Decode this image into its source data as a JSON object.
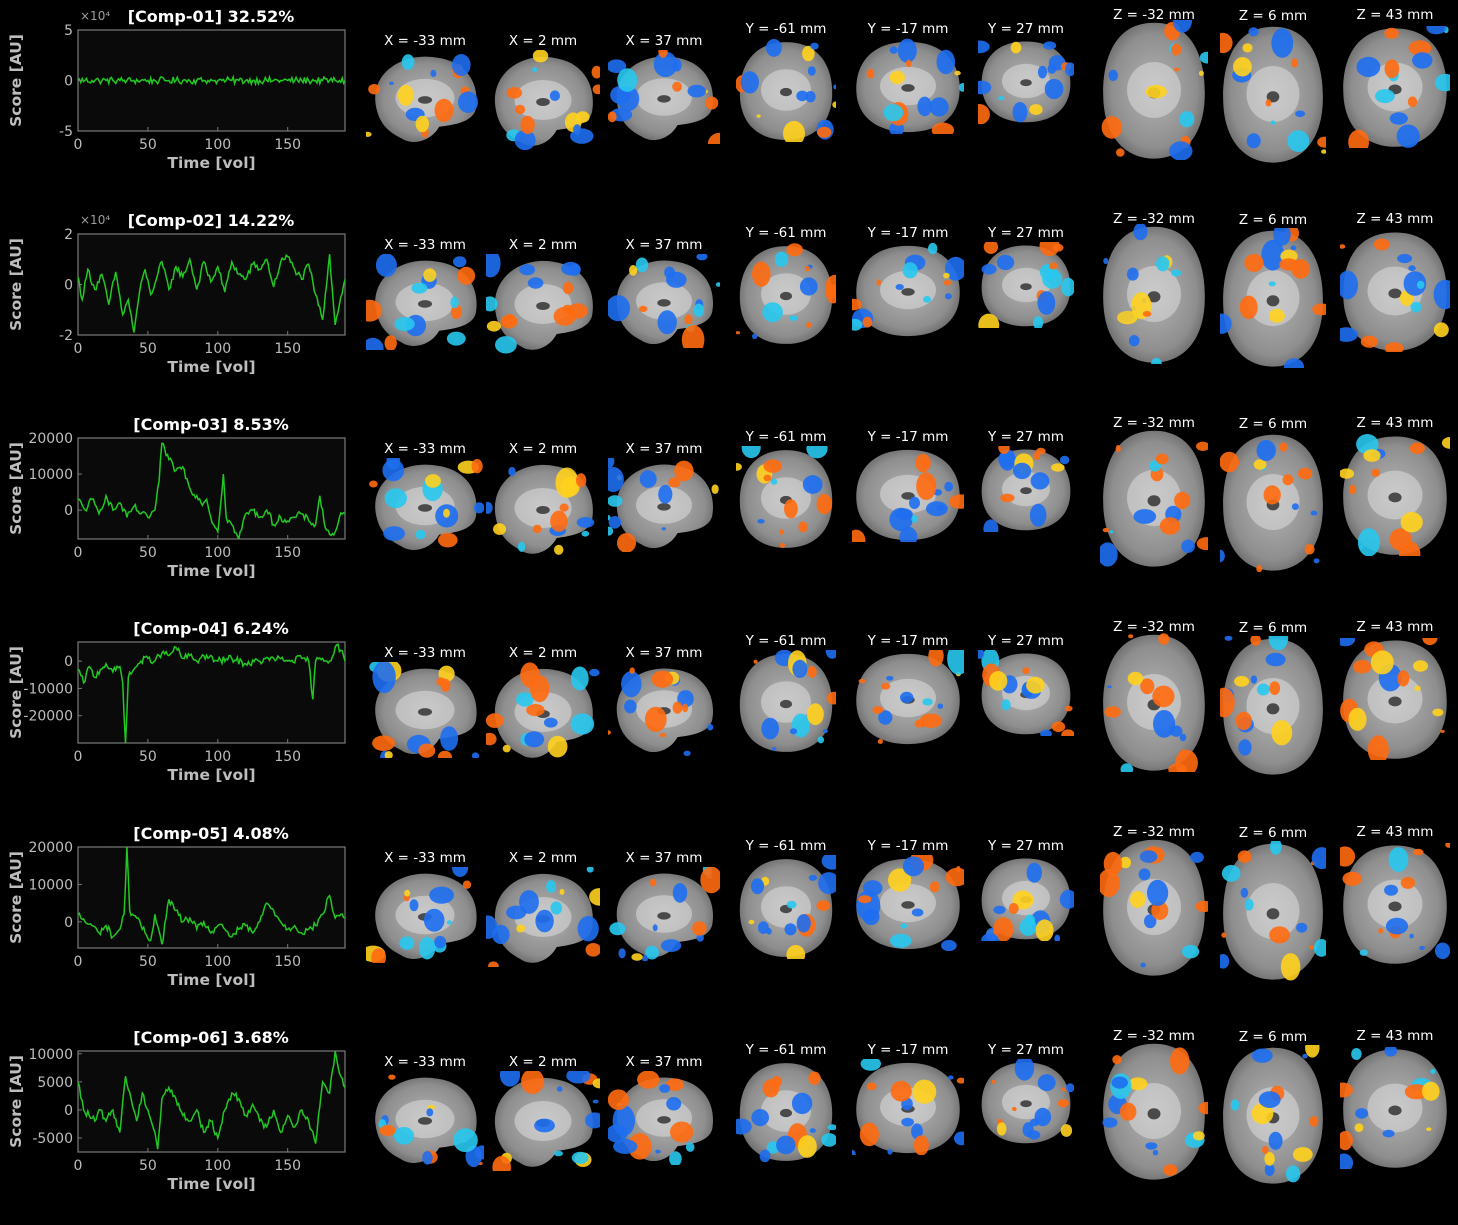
{
  "slice_labels": [
    "X = -33 mm",
    "X = 2 mm",
    "X = 37 mm",
    "Y = -61 mm",
    "Y = -17 mm",
    "Y = 27 mm",
    "Z = -32 mm",
    "Z = 6 mm",
    "Z = 43 mm"
  ],
  "slice_views": [
    "sagittal",
    "sagittal",
    "sagittal",
    "coronal",
    "coronal",
    "coronal",
    "axial",
    "axial",
    "axial"
  ],
  "colors": {
    "trace": "#22c822",
    "axes_bg": "#0a0a0a",
    "axes_edge": "#7a7a7a",
    "positive": "#ff6a10",
    "negative": "#1e6ef0"
  },
  "chart_data": [
    {
      "type": "line",
      "title": "[Comp-01] 32.52%",
      "xlabel": "Time [vol]",
      "ylabel": "Score [AU]",
      "multiplier": "×10⁴",
      "scale": 10000,
      "xlim": [
        0,
        191
      ],
      "ylim": [
        -50000,
        50000
      ],
      "xticks": [
        0,
        50,
        100,
        150
      ],
      "yticks": [
        -50000,
        0,
        50000
      ],
      "yticklabels": [
        "-5",
        "0",
        "5"
      ],
      "knots": [
        [
          0,
          2
        ],
        [
          5,
          3
        ],
        [
          10,
          5
        ],
        [
          15,
          1
        ],
        [
          20,
          6
        ],
        [
          25,
          3
        ],
        [
          30,
          8
        ],
        [
          35,
          5
        ],
        [
          40,
          12
        ],
        [
          45,
          6
        ],
        [
          50,
          3
        ],
        [
          55,
          -2
        ],
        [
          58,
          -8
        ],
        [
          62,
          -35
        ],
        [
          65,
          -6
        ],
        [
          70,
          0
        ],
        [
          75,
          5
        ],
        [
          80,
          3
        ],
        [
          85,
          2
        ],
        [
          90,
          8
        ],
        [
          93,
          12
        ],
        [
          96,
          20
        ],
        [
          98,
          6
        ],
        [
          100,
          -4
        ],
        [
          103,
          -12
        ],
        [
          106,
          -8
        ],
        [
          110,
          -4
        ],
        [
          115,
          -10
        ],
        [
          120,
          -6
        ],
        [
          125,
          2
        ],
        [
          130,
          6
        ],
        [
          135,
          14
        ],
        [
          140,
          -10
        ],
        [
          145,
          2
        ],
        [
          150,
          0
        ],
        [
          155,
          8
        ],
        [
          160,
          2
        ],
        [
          165,
          -2
        ],
        [
          170,
          6
        ],
        [
          175,
          -2
        ],
        [
          180,
          10
        ],
        [
          184,
          36
        ],
        [
          187,
          8
        ],
        [
          191,
          5
        ]
      ]
    },
    {
      "type": "line",
      "title": "[Comp-02] 14.22%",
      "xlabel": "Time [vol]",
      "ylabel": "Score [AU]",
      "multiplier": "×10⁴",
      "scale": 10000,
      "xlim": [
        0,
        191
      ],
      "ylim": [
        -20000,
        20000
      ],
      "xticks": [
        0,
        50,
        100,
        150
      ],
      "yticks": [
        -20000,
        0,
        20000
      ],
      "yticklabels": [
        "-2",
        "0",
        "2"
      ],
      "knots": [
        [
          0,
          3000
        ],
        [
          3,
          -6000
        ],
        [
          7,
          6000
        ],
        [
          12,
          -2000
        ],
        [
          17,
          4000
        ],
        [
          22,
          -8000
        ],
        [
          27,
          5000
        ],
        [
          32,
          -12000
        ],
        [
          36,
          -6000
        ],
        [
          40,
          -19000
        ],
        [
          44,
          -3000
        ],
        [
          48,
          6000
        ],
        [
          52,
          -4000
        ],
        [
          56,
          2000
        ],
        [
          60,
          9000
        ],
        [
          65,
          -2000
        ],
        [
          70,
          7000
        ],
        [
          75,
          3000
        ],
        [
          80,
          10000
        ],
        [
          85,
          -2000
        ],
        [
          90,
          9000
        ],
        [
          95,
          1000
        ],
        [
          100,
          7000
        ],
        [
          105,
          -3000
        ],
        [
          110,
          9000
        ],
        [
          115,
          4000
        ],
        [
          120,
          2000
        ],
        [
          125,
          8000
        ],
        [
          130,
          6000
        ],
        [
          135,
          10000
        ],
        [
          140,
          -1000
        ],
        [
          145,
          9000
        ],
        [
          150,
          11000
        ],
        [
          155,
          6000
        ],
        [
          160,
          2000
        ],
        [
          165,
          8000
        ],
        [
          170,
          -4000
        ],
        [
          175,
          -14000
        ],
        [
          180,
          12000
        ],
        [
          184,
          -16000
        ],
        [
          188,
          -5000
        ],
        [
          191,
          2000
        ]
      ]
    },
    {
      "type": "line",
      "title": "[Comp-03] 8.53%",
      "xlabel": "Time [vol]",
      "ylabel": "Score [AU]",
      "multiplier": "",
      "scale": 1,
      "xlim": [
        0,
        191
      ],
      "ylim": [
        -8000,
        20000
      ],
      "xticks": [
        0,
        50,
        100,
        150
      ],
      "yticks": [
        0,
        10000,
        20000
      ],
      "yticklabels": [
        "0",
        "10000",
        "20000"
      ],
      "knots": [
        [
          0,
          3000
        ],
        [
          5,
          0
        ],
        [
          10,
          3000
        ],
        [
          15,
          -1000
        ],
        [
          20,
          4000
        ],
        [
          25,
          0
        ],
        [
          30,
          2000
        ],
        [
          35,
          -2000
        ],
        [
          40,
          1000
        ],
        [
          45,
          -1000
        ],
        [
          50,
          -2000
        ],
        [
          55,
          0
        ],
        [
          58,
          8000
        ],
        [
          60,
          18500
        ],
        [
          65,
          14000
        ],
        [
          70,
          11000
        ],
        [
          75,
          12000
        ],
        [
          80,
          6000
        ],
        [
          85,
          4000
        ],
        [
          88,
          2000
        ],
        [
          92,
          3000
        ],
        [
          95,
          -2000
        ],
        [
          100,
          -6000
        ],
        [
          104,
          10000
        ],
        [
          106,
          -2000
        ],
        [
          110,
          -4000
        ],
        [
          115,
          -8000
        ],
        [
          120,
          -1000
        ],
        [
          125,
          0
        ],
        [
          130,
          -2000
        ],
        [
          135,
          0
        ],
        [
          140,
          -4000
        ],
        [
          145,
          -2000
        ],
        [
          150,
          -3000
        ],
        [
          155,
          -2000
        ],
        [
          160,
          -1000
        ],
        [
          165,
          -3000
        ],
        [
          170,
          -4000
        ],
        [
          173,
          4000
        ],
        [
          177,
          -5000
        ],
        [
          181,
          -7000
        ],
        [
          184,
          -6000
        ],
        [
          187,
          -2000
        ],
        [
          191,
          -1000
        ]
      ]
    },
    {
      "type": "line",
      "title": "[Comp-04] 6.24%",
      "xlabel": "Time [vol]",
      "ylabel": "Score [AU]",
      "multiplier": "",
      "scale": 1,
      "xlim": [
        0,
        191
      ],
      "ylim": [
        -30000,
        7000
      ],
      "xticks": [
        0,
        50,
        100,
        150
      ],
      "yticks": [
        -20000,
        -10000,
        0
      ],
      "yticklabels": [
        "-20000",
        "-10000",
        "0"
      ],
      "knots": [
        [
          0,
          -3000
        ],
        [
          4,
          -8000
        ],
        [
          8,
          -2000
        ],
        [
          12,
          -6000
        ],
        [
          16,
          -3000
        ],
        [
          20,
          -1000
        ],
        [
          25,
          -4000
        ],
        [
          30,
          -2000
        ],
        [
          32,
          -8000
        ],
        [
          34,
          -30000
        ],
        [
          36,
          -6000
        ],
        [
          40,
          -3000
        ],
        [
          45,
          0
        ],
        [
          50,
          1000
        ],
        [
          55,
          0
        ],
        [
          60,
          3000
        ],
        [
          65,
          2000
        ],
        [
          70,
          5000
        ],
        [
          75,
          1000
        ],
        [
          80,
          2000
        ],
        [
          85,
          0
        ],
        [
          90,
          2000
        ],
        [
          100,
          0
        ],
        [
          110,
          1000
        ],
        [
          120,
          -1000
        ],
        [
          130,
          0
        ],
        [
          140,
          1000
        ],
        [
          150,
          0
        ],
        [
          160,
          1000
        ],
        [
          165,
          0
        ],
        [
          168,
          -14000
        ],
        [
          170,
          0
        ],
        [
          175,
          1000
        ],
        [
          180,
          0
        ],
        [
          185,
          6000
        ],
        [
          188,
          4000
        ],
        [
          191,
          0
        ]
      ]
    },
    {
      "type": "line",
      "title": "[Comp-05] 4.08%",
      "xlabel": "Time [vol]",
      "ylabel": "Score [AU]",
      "multiplier": "",
      "scale": 1,
      "xlim": [
        0,
        191
      ],
      "ylim": [
        -7000,
        20000
      ],
      "xticks": [
        0,
        50,
        100,
        150
      ],
      "yticks": [
        0,
        10000,
        20000
      ],
      "yticklabels": [
        "0",
        "10000",
        "20000"
      ],
      "knots": [
        [
          0,
          2000
        ],
        [
          5,
          0
        ],
        [
          10,
          -1000
        ],
        [
          15,
          -3000
        ],
        [
          20,
          -1000
        ],
        [
          25,
          -4000
        ],
        [
          30,
          -2000
        ],
        [
          33,
          2000
        ],
        [
          35,
          20000
        ],
        [
          37,
          3000
        ],
        [
          42,
          1000
        ],
        [
          48,
          -3000
        ],
        [
          52,
          -5000
        ],
        [
          55,
          2000
        ],
        [
          60,
          -6000
        ],
        [
          65,
          6000
        ],
        [
          70,
          3000
        ],
        [
          75,
          0
        ],
        [
          80,
          1000
        ],
        [
          85,
          -2000
        ],
        [
          90,
          0
        ],
        [
          95,
          -3000
        ],
        [
          100,
          -1000
        ],
        [
          105,
          -2000
        ],
        [
          110,
          -4000
        ],
        [
          115,
          -2000
        ],
        [
          120,
          -1000
        ],
        [
          125,
          -3000
        ],
        [
          130,
          0
        ],
        [
          135,
          5000
        ],
        [
          140,
          3000
        ],
        [
          145,
          0
        ],
        [
          150,
          -2000
        ],
        [
          155,
          -1000
        ],
        [
          160,
          -3000
        ],
        [
          165,
          -2000
        ],
        [
          170,
          -1000
        ],
        [
          175,
          2000
        ],
        [
          180,
          7000
        ],
        [
          184,
          1000
        ],
        [
          188,
          2000
        ],
        [
          191,
          1000
        ]
      ]
    },
    {
      "type": "line",
      "title": "[Comp-06] 3.68%",
      "xlabel": "Time [vol]",
      "ylabel": "Score [AU]",
      "multiplier": "",
      "scale": 1,
      "xlim": [
        0,
        191
      ],
      "ylim": [
        -7500,
        10500
      ],
      "xticks": [
        0,
        50,
        100,
        150
      ],
      "yticks": [
        -5000,
        0,
        5000,
        10000
      ],
      "yticklabels": [
        "-5000",
        "0",
        "5000",
        "10000"
      ],
      "knots": [
        [
          0,
          5000
        ],
        [
          4,
          0
        ],
        [
          8,
          -1000
        ],
        [
          12,
          -2000
        ],
        [
          16,
          0
        ],
        [
          20,
          -2000
        ],
        [
          25,
          0
        ],
        [
          30,
          -4000
        ],
        [
          34,
          6000
        ],
        [
          38,
          2000
        ],
        [
          42,
          -2000
        ],
        [
          46,
          3000
        ],
        [
          50,
          0
        ],
        [
          55,
          -4000
        ],
        [
          57,
          -7000
        ],
        [
          60,
          2000
        ],
        [
          65,
          4000
        ],
        [
          70,
          2000
        ],
        [
          75,
          -1000
        ],
        [
          80,
          -2000
        ],
        [
          85,
          0
        ],
        [
          90,
          -4000
        ],
        [
          95,
          -2000
        ],
        [
          100,
          -5000
        ],
        [
          105,
          0
        ],
        [
          110,
          3000
        ],
        [
          115,
          2000
        ],
        [
          120,
          -1000
        ],
        [
          125,
          1000
        ],
        [
          130,
          -2000
        ],
        [
          135,
          -3000
        ],
        [
          140,
          0
        ],
        [
          145,
          -4000
        ],
        [
          150,
          -1000
        ],
        [
          155,
          -3000
        ],
        [
          160,
          0
        ],
        [
          165,
          -2000
        ],
        [
          170,
          -6000
        ],
        [
          175,
          5000
        ],
        [
          180,
          3000
        ],
        [
          184,
          10500
        ],
        [
          188,
          6000
        ],
        [
          191,
          4000
        ]
      ]
    }
  ]
}
